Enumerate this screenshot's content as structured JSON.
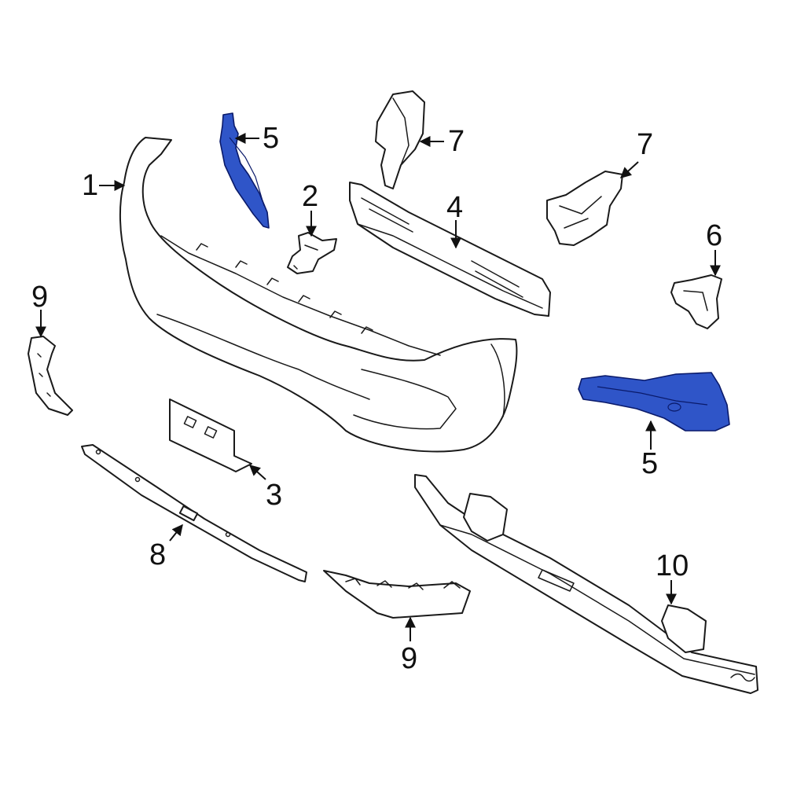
{
  "colors": {
    "background": "#ffffff",
    "line": "#1a1a1a",
    "highlight_fill": "#2f55c8",
    "highlight_stroke": "#0a1a6a"
  },
  "callouts": {
    "c1": "1",
    "c2": "2",
    "c3": "3",
    "c4": "4",
    "c5_top": "5",
    "c5_right": "5",
    "c6": "6",
    "c7_left": "7",
    "c7_right": "7",
    "c8": "8",
    "c9_left": "9",
    "c9_bottom": "9",
    "c10": "10"
  },
  "highlighted_parts": [
    "5"
  ]
}
